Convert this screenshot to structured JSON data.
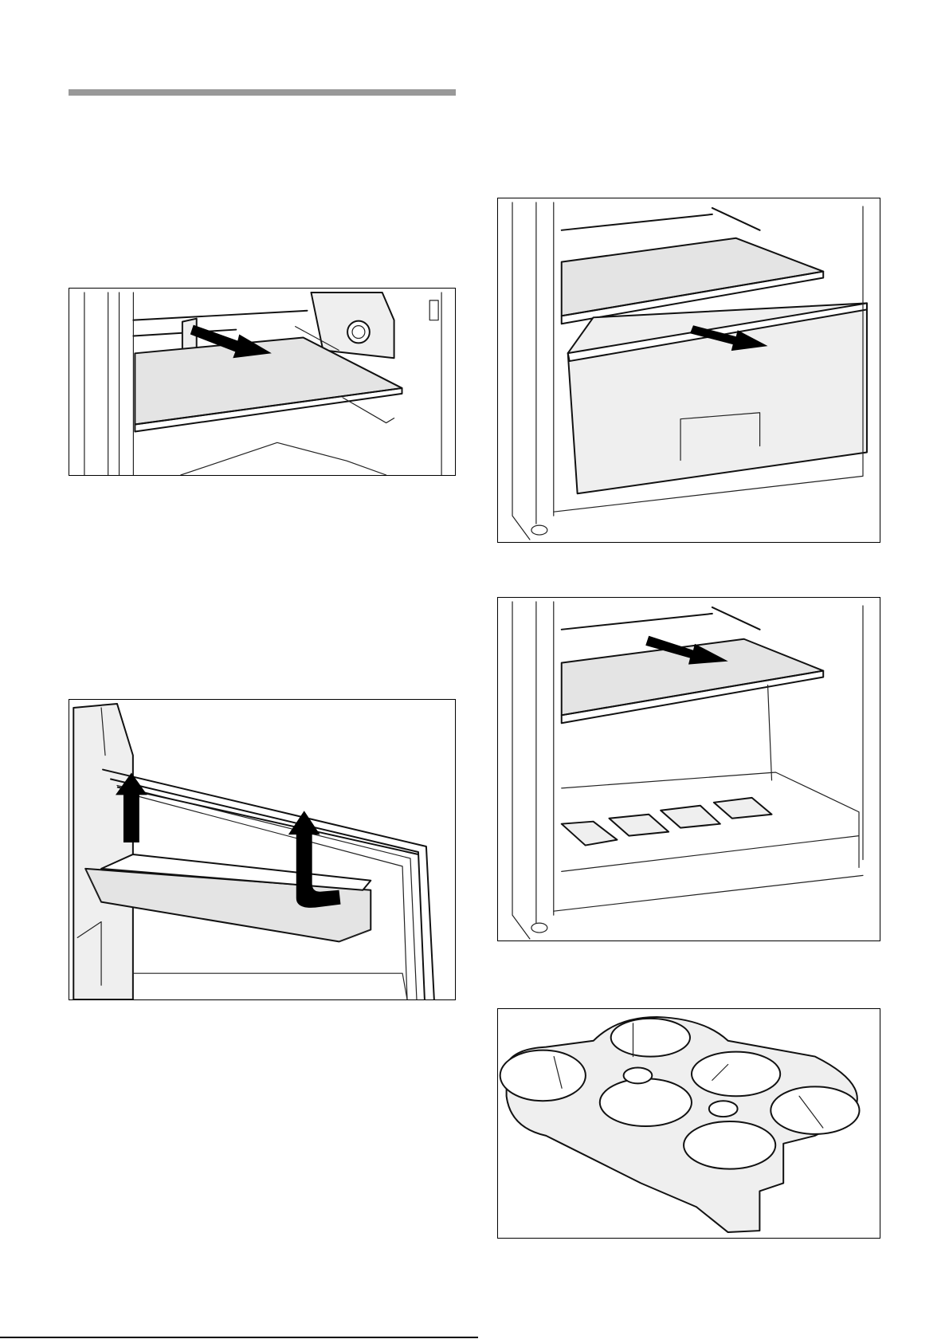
{
  "page": {
    "illustrations": [
      {
        "name": "shelf-removal",
        "subject": "shelf-pull-out"
      },
      {
        "name": "door-shelf-removal",
        "subject": "door-shelf-lift"
      },
      {
        "name": "vegetable-drawer-removal",
        "subject": "drawer-pull-out"
      },
      {
        "name": "glass-shelf-removal",
        "subject": "shelf-pull-out"
      },
      {
        "name": "egg-tray",
        "subject": "egg-tray"
      }
    ],
    "colors": {
      "rule": "#999999",
      "frame": "#000000",
      "glass": "#e4e4e4"
    }
  }
}
